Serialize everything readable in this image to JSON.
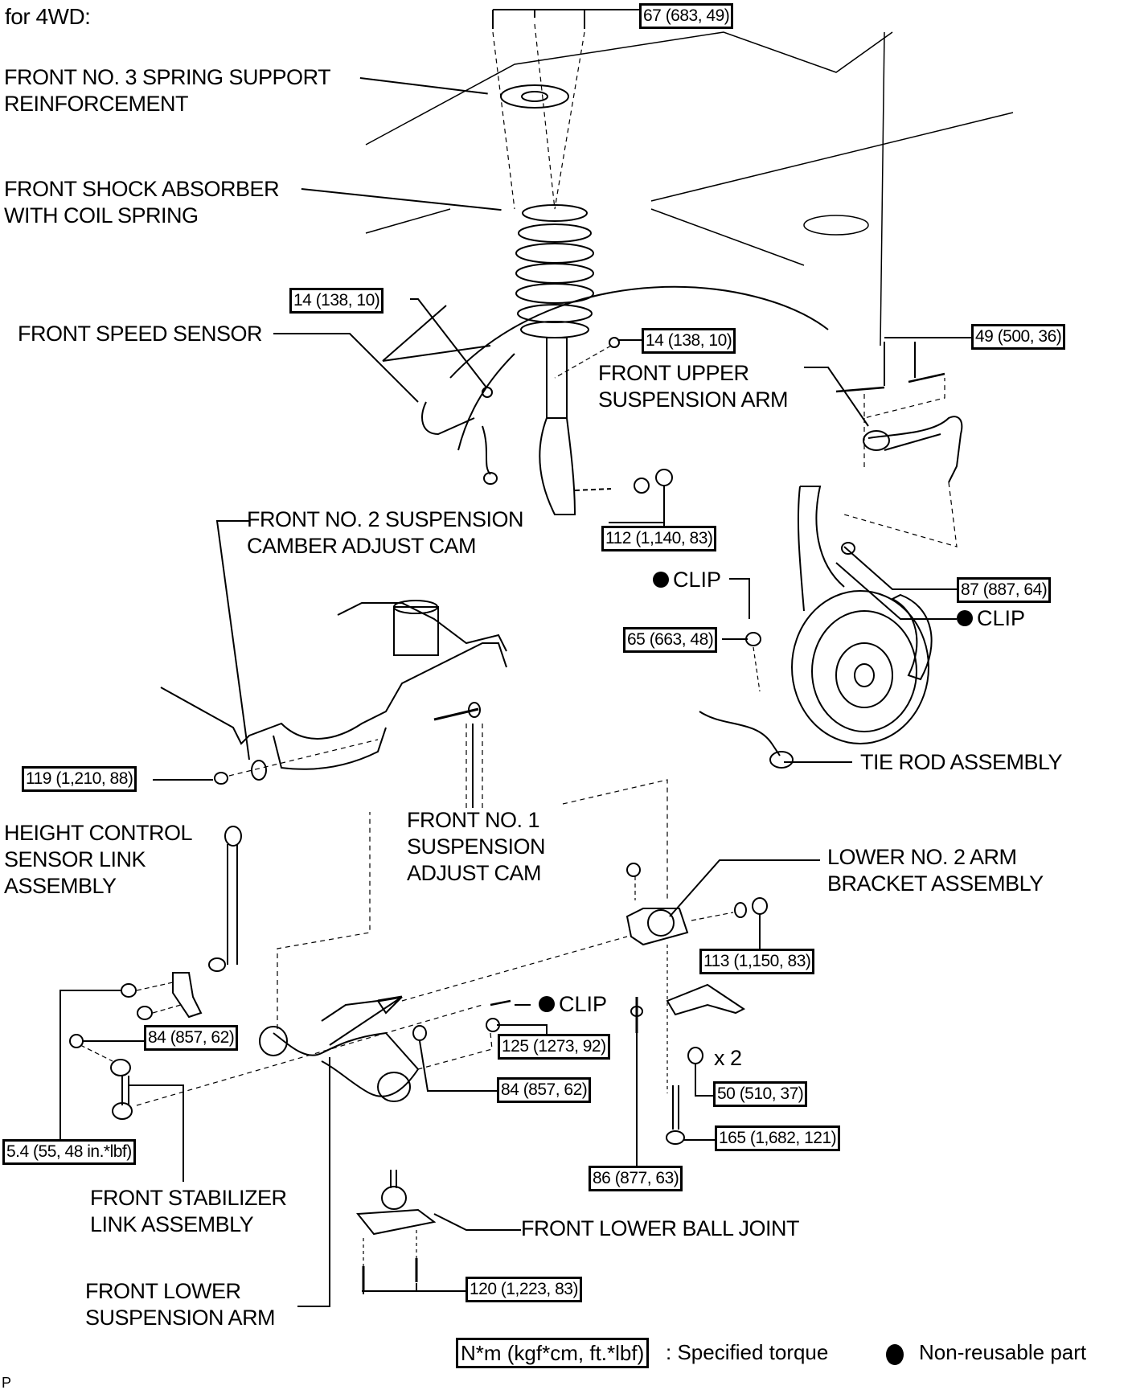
{
  "title": "for 4WD:",
  "parts": {
    "spring_support": "FRONT NO. 3 SPRING SUPPORT\nREINFORCEMENT",
    "shock_absorber": "FRONT SHOCK ABSORBER\nWITH COIL SPRING",
    "speed_sensor": "FRONT SPEED SENSOR",
    "upper_arm": "FRONT UPPER\nSUSPENSION ARM",
    "camber_cam": "FRONT NO. 2 SUSPENSION\nCAMBER ADJUST CAM",
    "tie_rod": "TIE ROD ASSEMBLY",
    "height_sensor_link": "HEIGHT CONTROL\nSENSOR LINK\nASSEMBLY",
    "adjust_cam_1": "FRONT NO. 1\nSUSPENSION\nADJUST CAM",
    "lower_bracket": "LOWER NO. 2 ARM\nBRACKET ASSEMBLY",
    "stabilizer_link": "FRONT STABILIZER\nLINK ASSEMBLY",
    "lower_ball_joint": "FRONT LOWER BALL JOINT",
    "lower_arm": "FRONT LOWER\nSUSPENSION ARM"
  },
  "clips": {
    "clip_1": "CLIP",
    "clip_2": "CLIP",
    "clip_3": "CLIP"
  },
  "quantity_note": "x 2",
  "torques": {
    "t_top": "67 (683, 49)",
    "t_sensor_bolt": "14 (138, 10)",
    "t_shock_bolt": "14 (138, 10)",
    "t_upper_arm": "49 (500, 36)",
    "t_shock_lower": "112 (1,140, 83)",
    "t_knuckle_upper": "87 (887, 64)",
    "t_tierod_nut": "65 (663, 48)",
    "t_camber_nut": "119 (1,210, 88)",
    "t_bracket_nut": "113 (1,150, 83)",
    "t_ball_nut": "125 (1273, 92)",
    "t_link_upper": "84 (857, 62)",
    "t_link_lower": "84 (857, 62)",
    "t_bracket_bolt": "50 (510, 37)",
    "t_long_bolt": "165 (1,682, 121)",
    "t_bracket_vert": "86 (877, 63)",
    "t_sensor_link": "5.4 (55, 48 in.*lbf)",
    "t_ball_joint": "120 (1,223, 83)"
  },
  "legend": {
    "torque_unit": "N*m (kgf*cm, ft.*lbf)",
    "torque_desc": ": Specified torque",
    "nonreusable": "Non-reusable part"
  },
  "footer_mark": "P"
}
